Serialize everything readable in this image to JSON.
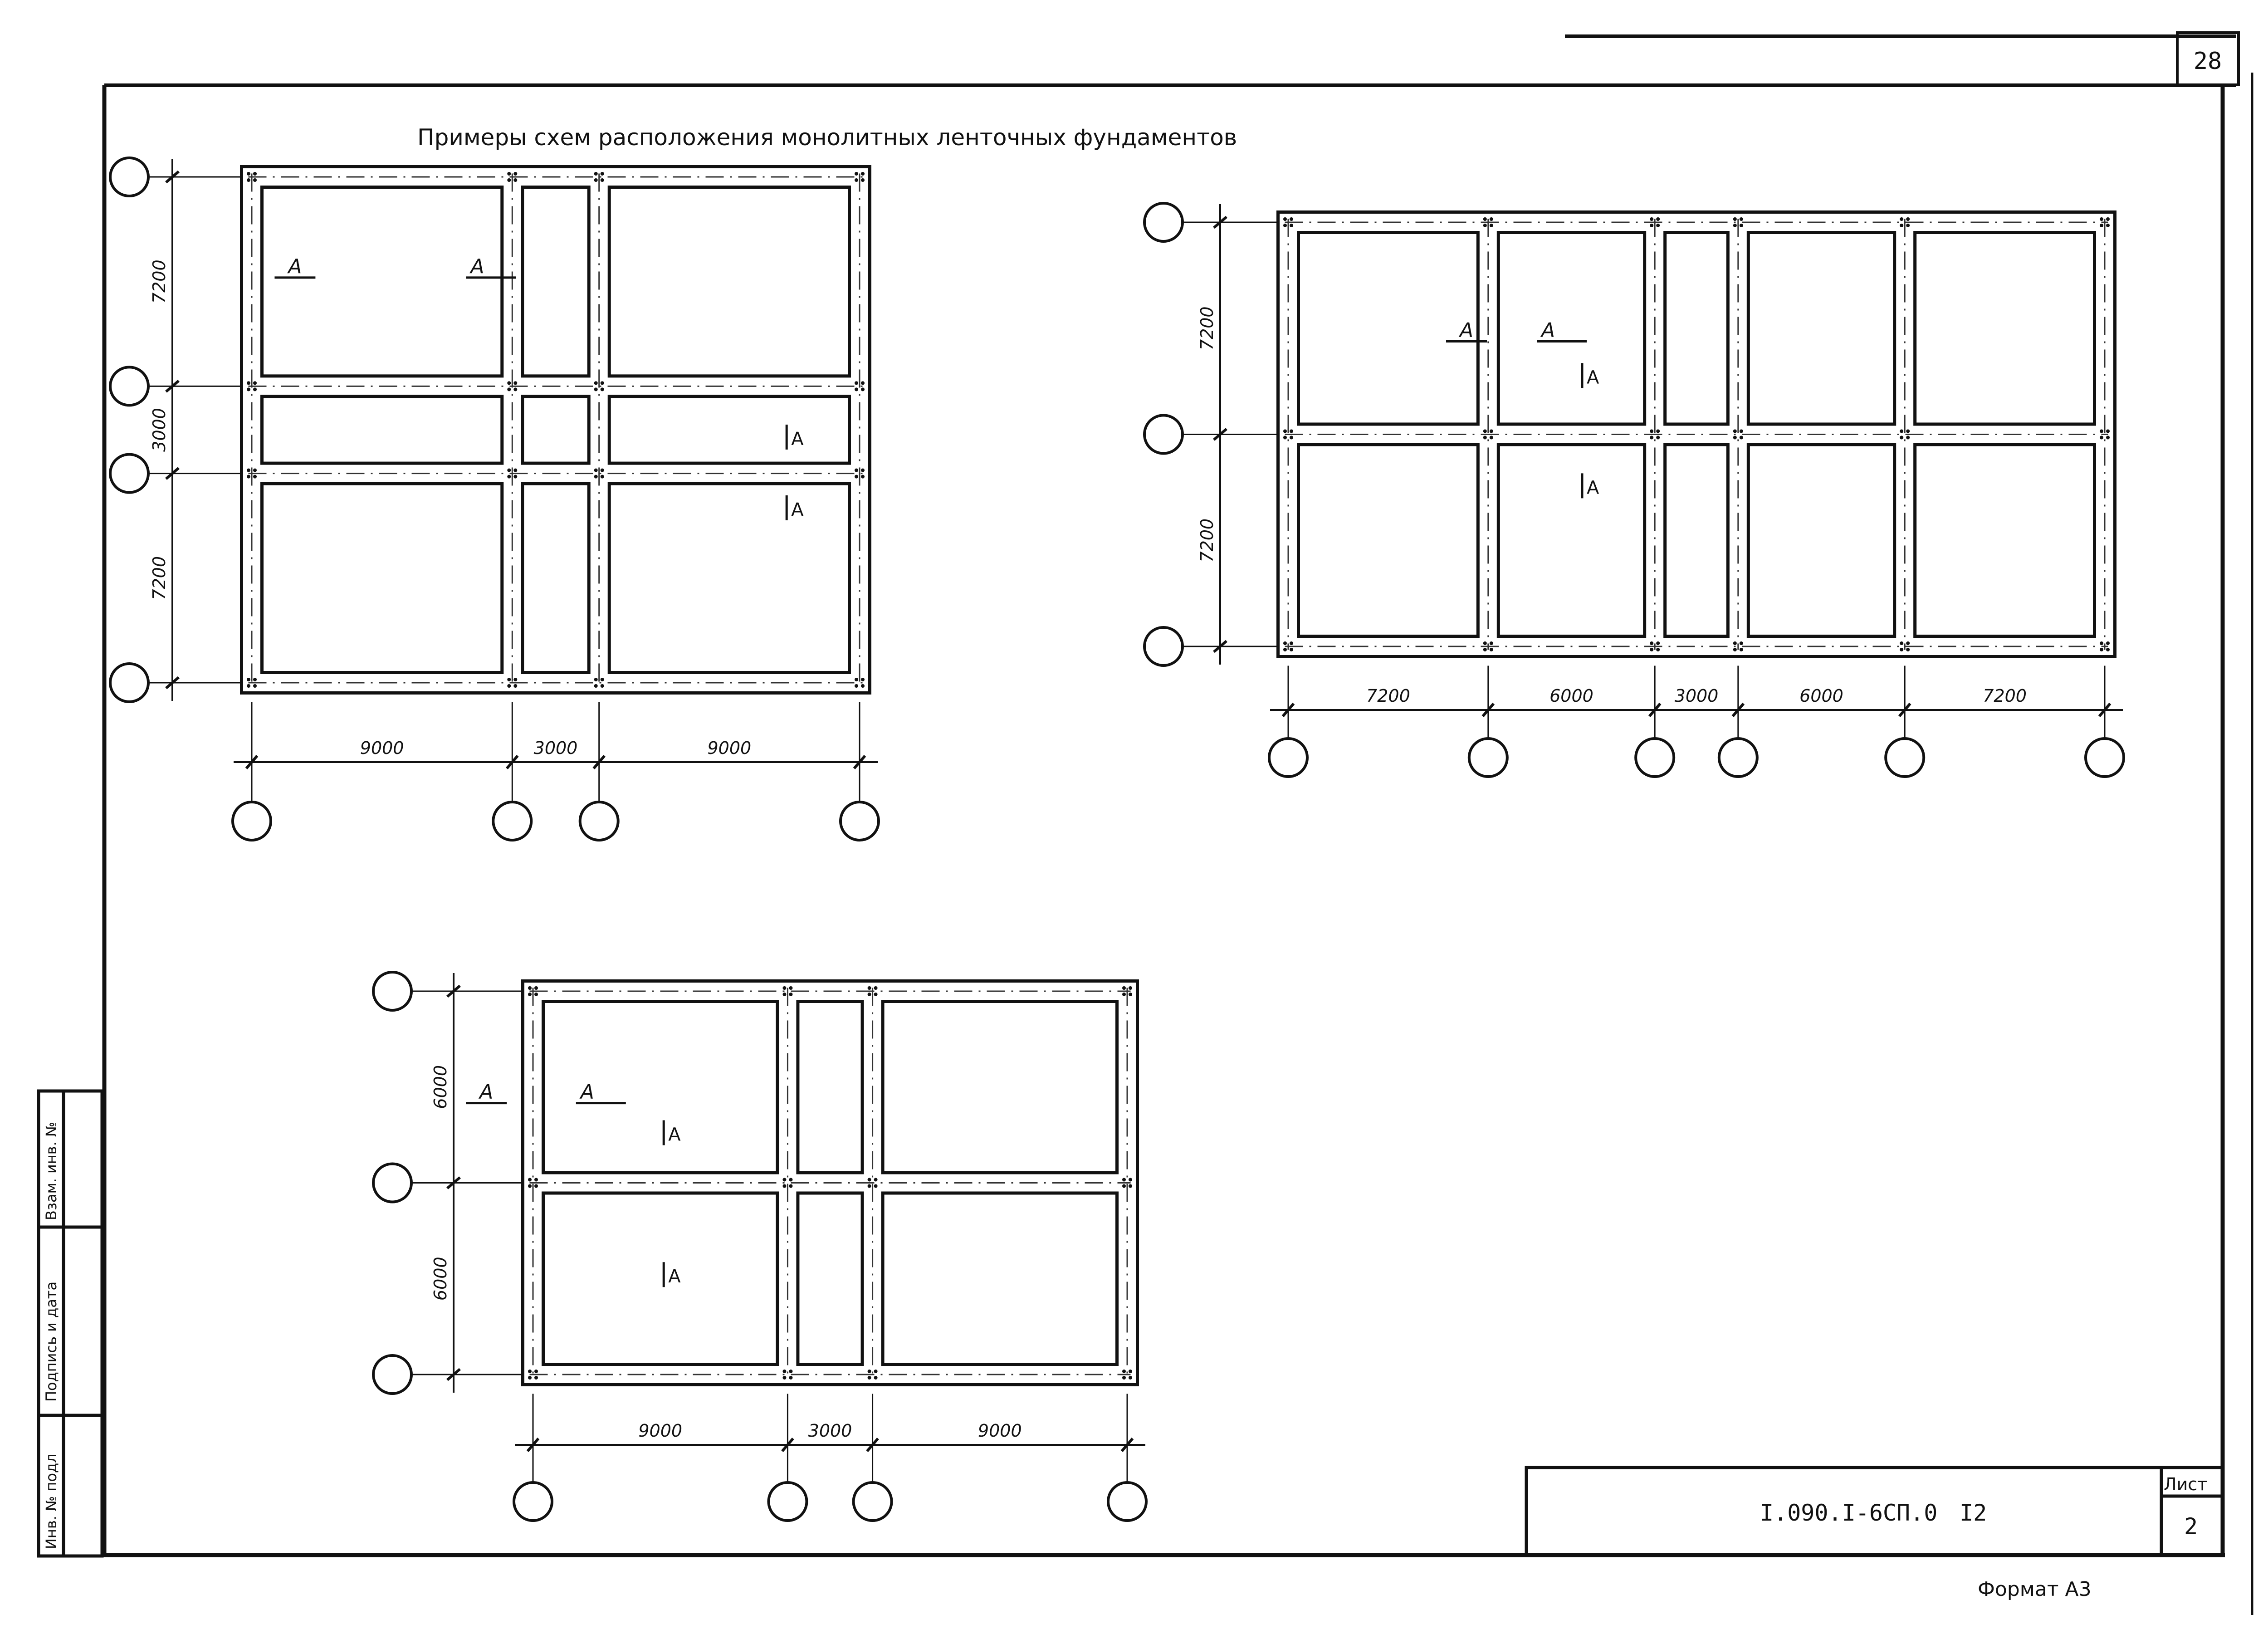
{
  "sheet": {
    "page_number": "28",
    "title": "Примеры схем расположения монолитных ленточных фундаментов",
    "designation": "I.090.I-6СП.0",
    "designation_suffix": "I2",
    "sheet_label": "Лист",
    "sheet_number": "2",
    "format": "Формат А3",
    "side_stamp": [
      "Инв. № подл",
      "Подпись и дата",
      "Взам. инв. №"
    ]
  },
  "section_marks": {
    "cut": "А",
    "mark": "А"
  },
  "plans": [
    {
      "id": "plan-1",
      "bays_x": [
        9000,
        3000,
        9000
      ],
      "bays_y": [
        7200,
        3000,
        7200
      ],
      "x_labels": [
        "9000",
        "3000",
        "9000"
      ],
      "y_labels": [
        "7200",
        "3000",
        "7200"
      ]
    },
    {
      "id": "plan-2",
      "bays_x": [
        7200,
        6000,
        3000,
        6000,
        7200
      ],
      "bays_y": [
        7200,
        7200
      ],
      "x_labels": [
        "7200",
        "6000",
        "3000",
        "6000",
        "7200"
      ],
      "y_labels": [
        "7200",
        "7200"
      ]
    },
    {
      "id": "plan-3",
      "bays_x": [
        9000,
        3000,
        9000
      ],
      "bays_y": [
        6000,
        6000
      ],
      "x_labels": [
        "9000",
        "3000",
        "9000"
      ],
      "y_labels": [
        "6000",
        "6000"
      ]
    }
  ]
}
